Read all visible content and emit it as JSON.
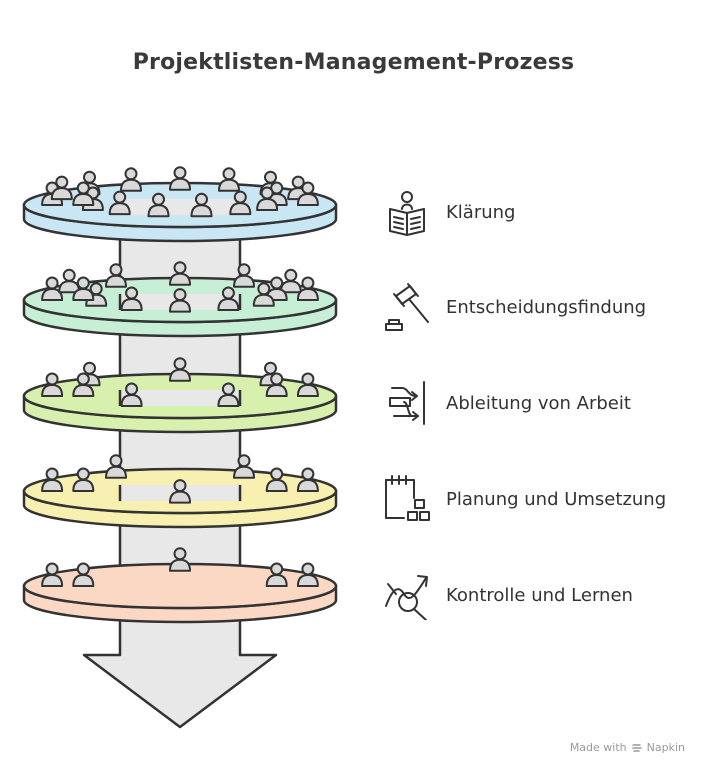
{
  "title": "Projektlisten-Management-Prozess",
  "steps": [
    {
      "label": "Klärung",
      "icon": "reader-icon",
      "color": "#c9e6f5"
    },
    {
      "label": "Entscheidungsfindung",
      "icon": "gavel-icon",
      "color": "#c6efd6"
    },
    {
      "label": "Ableitung von Arbeit",
      "icon": "branch-arrows-icon",
      "color": "#d8f0ad"
    },
    {
      "label": "Planung und Umsetzung",
      "icon": "calendar-blocks-icon",
      "color": "#f7f0b0"
    },
    {
      "label": "Kontrolle und Lernen",
      "icon": "trend-magnifier-icon",
      "color": "#fbd8c4"
    }
  ],
  "footer": {
    "made_with": "Made with",
    "brand": "Napkin"
  }
}
